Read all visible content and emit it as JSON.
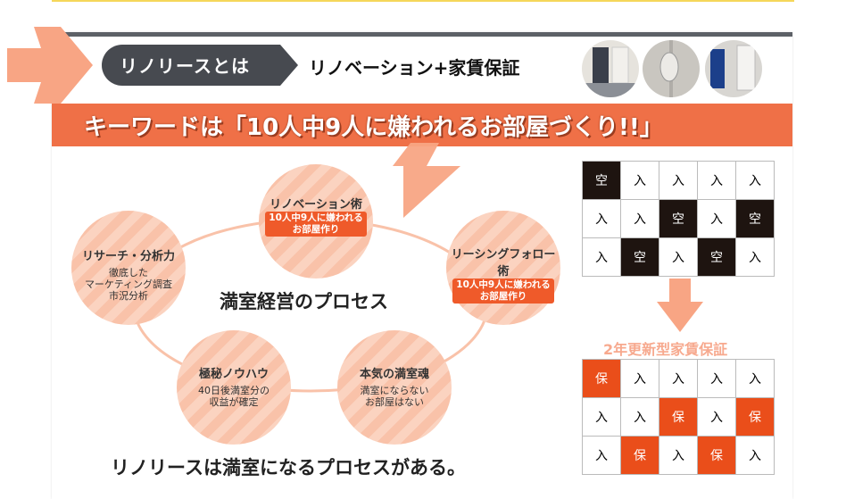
{
  "header": {
    "pill_label": "リノリースとは",
    "tagline": "リノベーション+家賃保証",
    "photos": [
      "room-photo-1",
      "showerhead-photo",
      "room-photo-2"
    ]
  },
  "banner": {
    "text": "キーワードは「10人中9人に嫌われるお部屋づくり!!」"
  },
  "process": {
    "center_title": "満室経営のプロセス",
    "bottom_text": "リノリースは満室になるプロセスがある。",
    "circles": [
      {
        "title": "リノベーション術",
        "tag_line1": "10人中9人に嫌われる",
        "tag_line2": "お部屋作り"
      },
      {
        "title": "リーシングフォロー術",
        "tag_line1": "10人中9人に嫌われる",
        "tag_line2": "お部屋作り"
      },
      {
        "title": "本気の満室魂",
        "sub_line1": "満室にならない",
        "sub_line2": "お部屋はない"
      },
      {
        "title": "極秘ノウハウ",
        "sub_line1": "40日後満室分の",
        "sub_line2": "収益が確定"
      },
      {
        "title": "リサーチ・分析力",
        "sub_line1": "徹底した",
        "sub_line2": "マーケティング調査",
        "sub_line3": "市況分析"
      }
    ]
  },
  "grid_top": [
    [
      "空",
      "入",
      "入",
      "入",
      "入"
    ],
    [
      "入",
      "入",
      "空",
      "入",
      "空"
    ],
    [
      "入",
      "空",
      "入",
      "空",
      "入"
    ]
  ],
  "guarantee_label": "2年更新型家賃保証",
  "grid_bottom": [
    [
      "保",
      "入",
      "入",
      "入",
      "入"
    ],
    [
      "入",
      "入",
      "保",
      "入",
      "保"
    ],
    [
      "入",
      "保",
      "入",
      "保",
      "入"
    ]
  ],
  "colors": {
    "accent": "#ef7047",
    "empty_cell": "#1e1410",
    "guaranteed_cell": "#ea4e1a",
    "arrow": "#f8a584"
  }
}
